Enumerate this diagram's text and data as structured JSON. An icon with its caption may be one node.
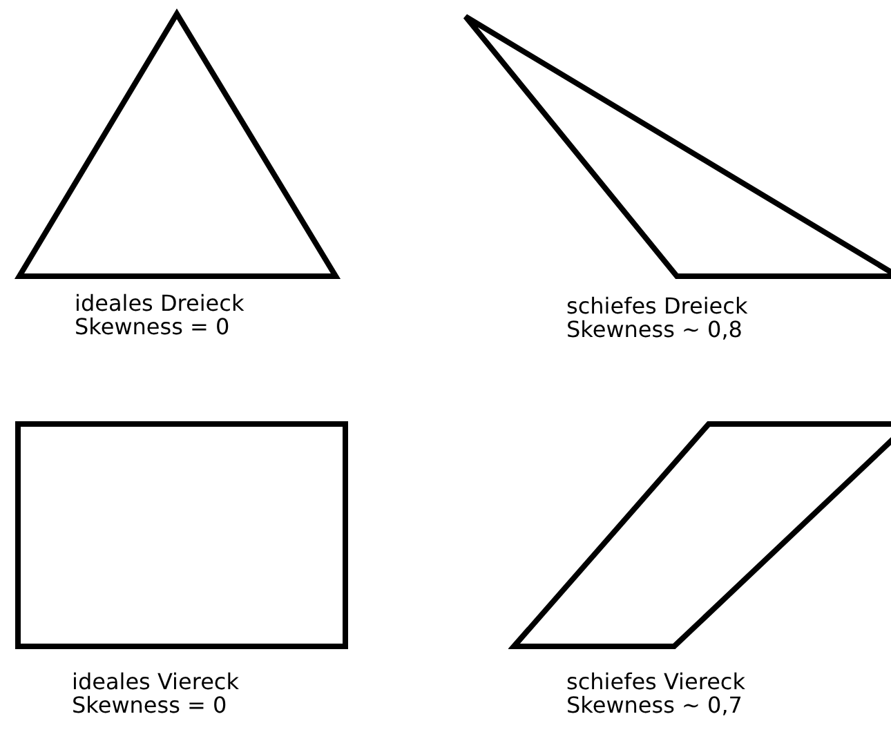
{
  "diagram": {
    "nodes": [
      {
        "text": [
          "ideales Dreieck",
          "Skewness = 0"
        ]
      },
      {
        "text": [
          "schiefes Dreieck",
          "Skewness ~ 0,8"
        ]
      },
      {
        "text": [
          "ideales Viereck",
          "Skewness = 0"
        ]
      },
      {
        "text": [
          "schiefes Viereck",
          "Skewness ~ 0,7"
        ]
      }
    ]
  }
}
